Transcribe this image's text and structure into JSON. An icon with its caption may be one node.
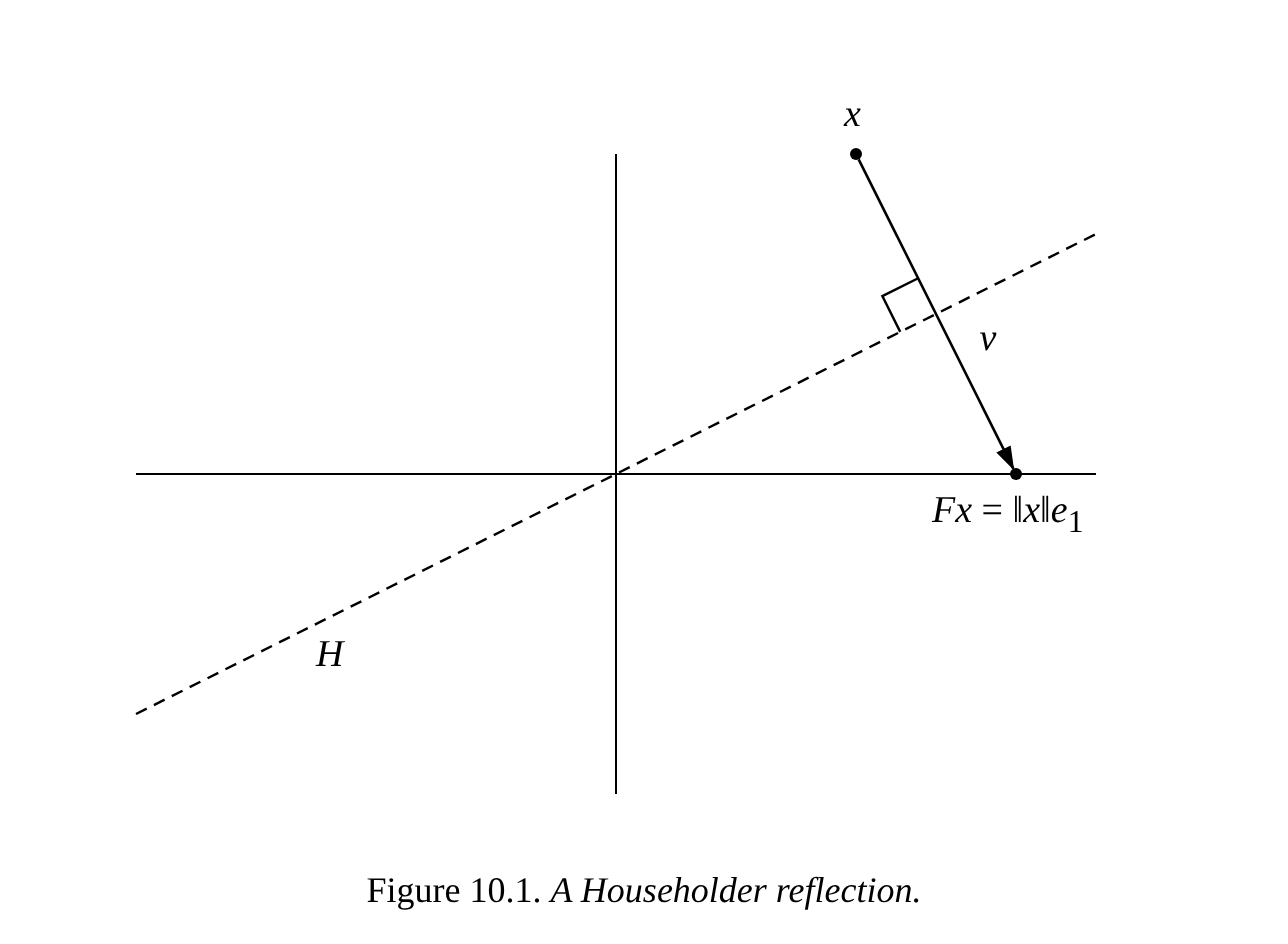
{
  "diagram": {
    "caption": "Figure 10.1. *A Householder reflection.*",
    "nodes": [
      {
        "text": [
          "x"
        ]
      },
      {
        "text": [
          "*Fx* = ‖*x*‖*e*$_{1}$"
        ]
      }
    ],
    "edges": [
      {
        "from": 0,
        "to": 1,
        "arrow": "to",
        "label": "v"
      }
    ],
    "labels": [
      "H"
    ]
  }
}
